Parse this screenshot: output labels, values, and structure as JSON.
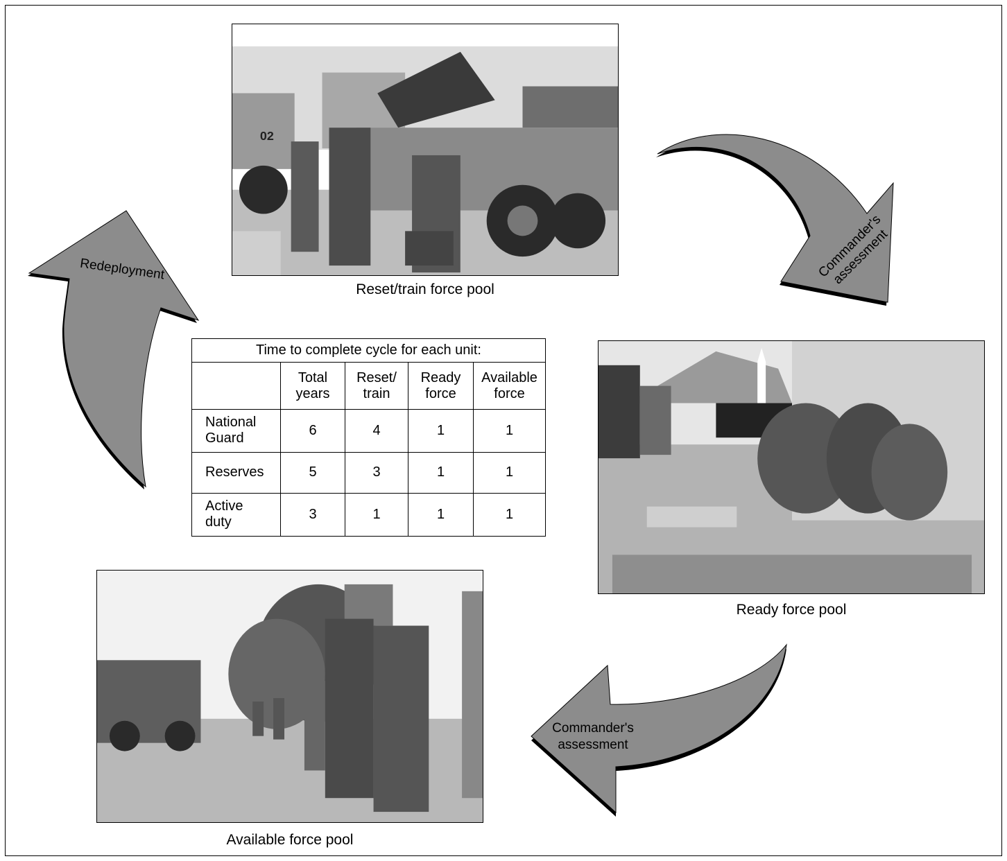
{
  "photos": {
    "reset": {
      "caption": "Reset/train force pool",
      "truck_number": "02"
    },
    "ready": {
      "caption": "Ready force pool"
    },
    "available": {
      "caption": "Available force pool"
    }
  },
  "arrows": {
    "redeployment": {
      "label": "Redeployment"
    },
    "assessment_right": {
      "line1": "Commander's",
      "line2": "assessment"
    },
    "assessment_bottom": {
      "line1": "Commander's",
      "line2": "assessment"
    }
  },
  "table": {
    "title": "Time to complete cycle for each unit:",
    "headers": [
      [
        "Total",
        "years"
      ],
      [
        "Reset/",
        "train"
      ],
      [
        "Ready",
        "force"
      ],
      [
        "Available",
        "force"
      ]
    ],
    "rows": [
      {
        "name": [
          "National",
          "Guard"
        ],
        "values": [
          "6",
          "4",
          "1",
          "1"
        ]
      },
      {
        "name": [
          "Reserves"
        ],
        "values": [
          "5",
          "3",
          "1",
          "1"
        ]
      },
      {
        "name": [
          "Active",
          "duty"
        ],
        "values": [
          "3",
          "1",
          "1",
          "1"
        ]
      }
    ]
  },
  "colors": {
    "arrow_fill": "#8c8c8c",
    "arrow_shadow": "#000000"
  }
}
